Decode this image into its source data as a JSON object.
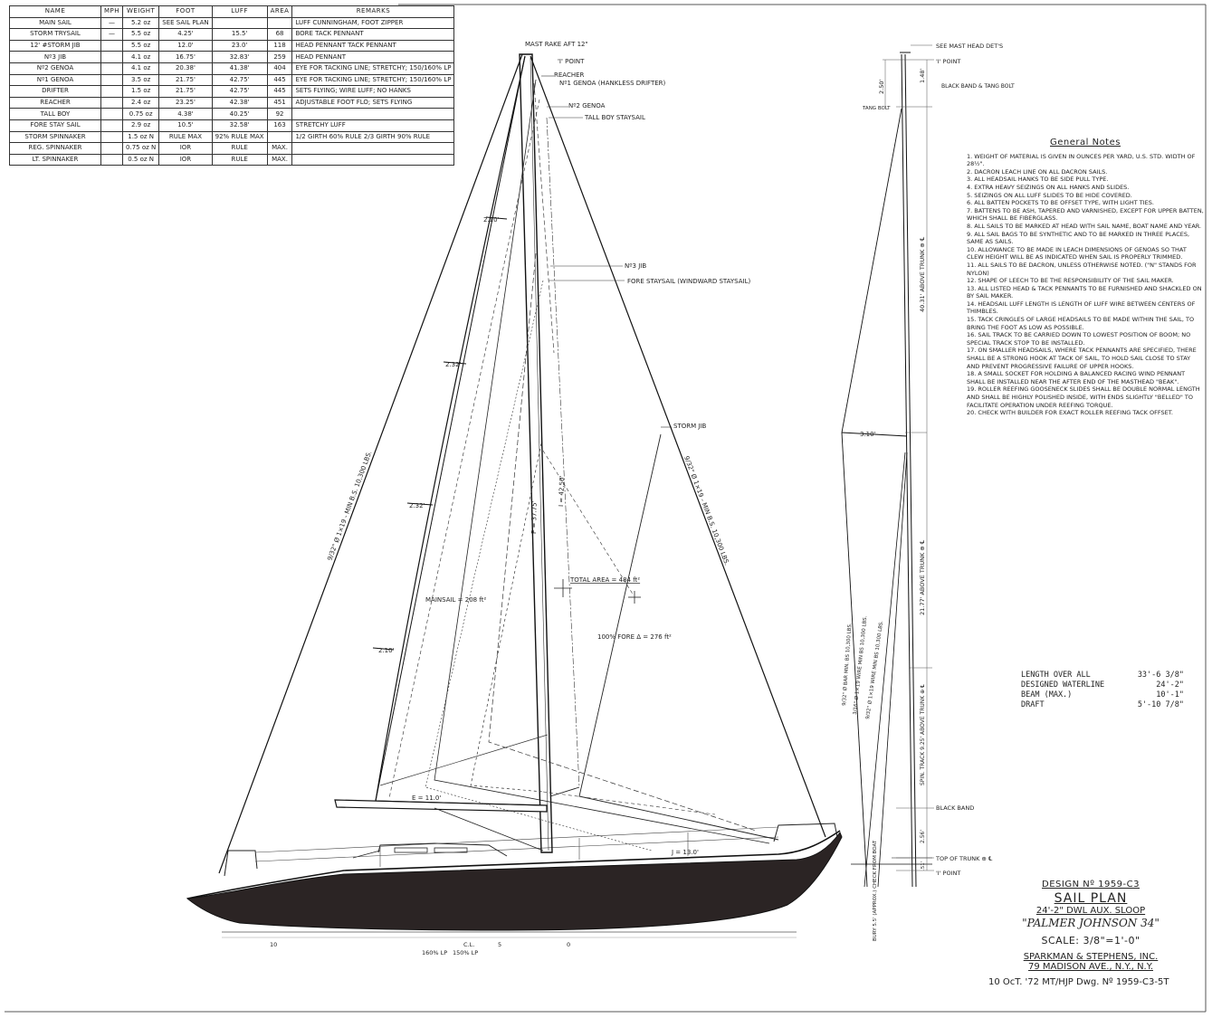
{
  "sail_table": {
    "headers": [
      "NAME",
      "MPH",
      "WEIGHT",
      "FOOT",
      "LUFF",
      "AREA",
      "REMARKS"
    ],
    "rows": [
      {
        "name": "MAIN SAIL",
        "mph": "—",
        "weight": "5.2 oz",
        "foot": "SEE SAIL PLAN",
        "luff": "",
        "area": "",
        "remarks": "LUFF CUNNINGHAM, FOOT ZIPPER"
      },
      {
        "name": "STORM TRYSAIL",
        "mph": "—",
        "weight": "5.5 oz",
        "foot": "4.25'",
        "luff": "15.5'",
        "area": "68",
        "remarks": "BORE TACK PENNANT"
      },
      {
        "name": "12' #STORM JIB",
        "mph": "",
        "weight": "5.5 oz",
        "foot": "12.0'",
        "luff": "23.0'",
        "area": "118",
        "remarks": "HEAD PENNANT     TACK PENNANT"
      },
      {
        "name": "Nº3 JIB",
        "mph": "",
        "weight": "4.1 oz",
        "foot": "16.75'",
        "luff": "32.83'",
        "area": "259",
        "remarks": "HEAD PENNANT"
      },
      {
        "name": "Nº2 GENOA",
        "mph": "",
        "weight": "4.1 oz",
        "foot": "20.38'",
        "luff": "41.38'",
        "area": "404",
        "remarks": "EYE FOR TACKING LINE; STRETCHY; 150/160% LP"
      },
      {
        "name": "Nº1 GENOA",
        "mph": "",
        "weight": "3.5 oz",
        "foot": "21.75'",
        "luff": "42.75'",
        "area": "445",
        "remarks": "EYE FOR TACKING LINE; STRETCHY; 150/160% LP"
      },
      {
        "name": "DRIFTER",
        "mph": "",
        "weight": "1.5 oz",
        "foot": "21.75'",
        "luff": "42.75'",
        "area": "445",
        "remarks": "SETS FLYING; WIRE LUFF; NO HANKS"
      },
      {
        "name": "REACHER",
        "mph": "",
        "weight": "2.4 oz",
        "foot": "23.25'",
        "luff": "42.38'",
        "area": "451",
        "remarks": "ADJUSTABLE FOOT FLO; SETS FLYING"
      },
      {
        "name": "TALL BOY",
        "mph": "",
        "weight": "0.75 oz",
        "foot": "4.38'",
        "luff": "40.25'",
        "area": "92",
        "remarks": ""
      },
      {
        "name": "FORE STAY SAIL",
        "mph": "",
        "weight": "2.9 oz",
        "foot": "10.5'",
        "luff": "32.58'",
        "area": "163",
        "remarks": "STRETCHY LUFF"
      },
      {
        "name": "STORM SPINNAKER",
        "mph": "",
        "weight": "1.5 oz N",
        "foot": "RULE MAX",
        "luff": "92% RULE MAX",
        "area": "",
        "remarks": "1/2 GIRTH 60% RULE  2/3 GIRTH 90% RULE"
      },
      {
        "name": "REG. SPINNAKER",
        "mph": "",
        "weight": "0.75 oz N",
        "foot": "IOR",
        "luff": "RULE",
        "area": "MAX.",
        "remarks": ""
      },
      {
        "name": "LT. SPINNAKER",
        "mph": "",
        "weight": "0.5 oz N",
        "foot": "IOR",
        "luff": "RULE",
        "area": "MAX.",
        "remarks": ""
      }
    ]
  },
  "general_notes": {
    "title": "General Notes",
    "items": [
      "1. WEIGHT OF MATERIAL IS GIVEN IN OUNCES PER YARD, U.S. STD. WIDTH OF 28½\".",
      "2. DACRON LEACH LINE ON ALL DACRON SAILS.",
      "3. ALL HEADSAIL HANKS TO BE SIDE PULL TYPE.",
      "4. EXTRA HEAVY SEIZINGS ON ALL HANKS AND SLIDES.",
      "5. SEIZINGS ON ALL LUFF SLIDES TO BE HIDE COVERED.",
      "6. ALL BATTEN POCKETS TO BE OFFSET TYPE, WITH LIGHT TIES.",
      "7. BATTENS TO BE ASH, TAPERED AND VARNISHED, EXCEPT FOR UPPER BATTEN, WHICH SHALL BE FIBERGLASS.",
      "8. ALL SAILS TO BE MARKED AT HEAD WITH SAIL NAME, BOAT NAME AND YEAR.",
      "9. ALL SAIL BAGS TO BE SYNTHETIC AND TO BE MARKED IN THREE PLACES, SAME AS SAILS.",
      "10. ALLOWANCE TO BE MADE IN LEACH DIMENSIONS OF GENOAS SO THAT CLEW HEIGHT WILL BE AS INDICATED WHEN SAIL IS PROPERLY TRIMMED.",
      "11. ALL SAILS TO BE DACRON, UNLESS OTHERWISE NOTED. (\"N\" STANDS FOR NYLON)",
      "12. SHAPE OF LEECH TO BE THE RESPONSIBILITY OF THE SAIL MAKER.",
      "13. ALL LISTED HEAD & TACK PENNANTS TO BE FURNISHED AND SHACKLED ON BY SAIL MAKER.",
      "14. HEADSAIL LUFF LENGTH IS LENGTH OF LUFF WIRE BETWEEN CENTERS OF THIMBLES.",
      "15. TACK CRINGLES OF LARGE HEADSAILS TO BE MADE WITHIN THE SAIL, TO BRING THE FOOT AS LOW AS POSSIBLE.",
      "16. SAIL TRACK TO BE CARRIED DOWN TO LOWEST POSITION OF BOOM; NO SPECIAL TRACK STOP TO BE INSTALLED.",
      "17. ON SMALLER HEADSAILS, WHERE TACK PENNANTS ARE SPECIFIED, THERE SHALL BE A STRONG HOOK AT TACK OF SAIL, TO HOLD SAIL CLOSE TO STAY AND PREVENT PROGRESSIVE FAILURE OF UPPER HOOKS.",
      "18. A SMALL SOCKET FOR HOLDING A BALANCED RACING WIND PENNANT SHALL BE INSTALLED NEAR THE AFTER END OF THE MASTHEAD \"BEAK\".",
      "19. ROLLER REEFING GOOSENECK SLIDES SHALL BE DOUBLE NORMAL LENGTH AND SHALL BE HIGHLY POLISHED INSIDE, WITH ENDS SLIGHTLY \"BELLED\" TO FACILITATE OPERATION UNDER REEFING TORQUE.",
      "20. CHECK WITH BUILDER FOR EXACT ROLLER REEFING TACK OFFSET."
    ]
  },
  "dimensions": [
    {
      "label": "LENGTH OVER ALL",
      "value": "33'-6 3/8\""
    },
    {
      "label": "DESIGNED WATERLINE",
      "value": "24'-2\""
    },
    {
      "label": "BEAM (MAX.)",
      "value": "10'-1\""
    },
    {
      "label": "DRAFT",
      "value": "5'-10 7/8\""
    }
  ],
  "title_block": {
    "design": "DESIGN Nº 1959-C3",
    "title": "SAIL PLAN",
    "subtitle": "24'-2\" DWL AUX. SLOOP",
    "boat_name": "\"PALMER JOHNSON 34\"",
    "scale": "SCALE: 3/8\"=1'-0\"",
    "firm": "SPARKMAN & STEPHENS, INC.",
    "address": "79 MADISON AVE., N.Y., N.Y.",
    "date": "10 OcT. '72  MT/HJP  Dwg. Nº 1959-C3-5T"
  },
  "drawing_labels": {
    "mast_rake": "MAST RAKE AFT 12\"",
    "i_point_top": "'I' POINT",
    "reacher": "REACHER",
    "no1_genoa": "Nº1 GENOA (HANKLESS DRIFTER)",
    "no2_genoa": "Nº2 GENOA",
    "tall_boy": "TALL BOY STAYSAIL",
    "no3_jib": "Nº3 JIB",
    "fore_staysail": "FORE STAYSAIL (WINDWARD STAYSAIL)",
    "storm_jib": "STORM JIB",
    "total_area": "TOTAL AREA = 484 ft²",
    "mainsail_area": "MAINSAIL = 208 ft²",
    "fore_triangle": "100% FORE Δ = 276 ft²",
    "batten_1": "2.10'",
    "batten_2": "2.32'",
    "batten_3": "2.32'",
    "batten_4": "2.10'",
    "e_dim": "E = 11.0'",
    "j_dim": "J = 13.0'",
    "p_dim": "P = 37.75'",
    "i_dim": "I = 42.50'",
    "backstay": "9/32\" Ø 1×19 - MIN B.S. 10,300 LBS.",
    "forestay": "9/32\" Ø 1×19 - MIN B.S. 10,300 LBS.",
    "lp_160": "160% LP",
    "lp_150": "150% LP",
    "station_10": "10",
    "station_5": "5",
    "station_0": "0",
    "station_cl": "C.L.",
    "see_mast_head": "SEE MAST HEAD DET'S",
    "i_point_right": "'I' POINT",
    "black_band_top": "BLACK BAND & TANG BOLT",
    "tang_bolt": "TANG BOLT",
    "dim_250": "2.50'",
    "dim_148": "1.48'",
    "above_trunk_1": "40.31' ABOVE TRUNK ⊕ ℄",
    "spreader_310": "3.10'",
    "above_trunk_2": "21.77' ABOVE TRUNK ⊕ ℄",
    "spin_track": "SPIN. TRACK 9.25' ABOVE TRUNK ⊕ ℄",
    "black_band_bottom": "BLACK BAND",
    "dim_256": "2.56'",
    "top_of_trunk": "TOP OF TRUNK ⊕ ℄",
    "i_point_bottom": "'I' POINT",
    "dim_051": ".51'",
    "wire_1": "9/32\" Ø BAR MIN. BS 10,300 LBS.",
    "wire_2": "3/16\" Ø 1×19 WIRE MIN BS 10,300 LBS.",
    "wire_3": "9/32\" Ø 1×19 WIRE MIN BS 10,300 LBS.",
    "deck_note": "BURY 5.5' (APPROX.) CHECK FROM BOAT"
  }
}
